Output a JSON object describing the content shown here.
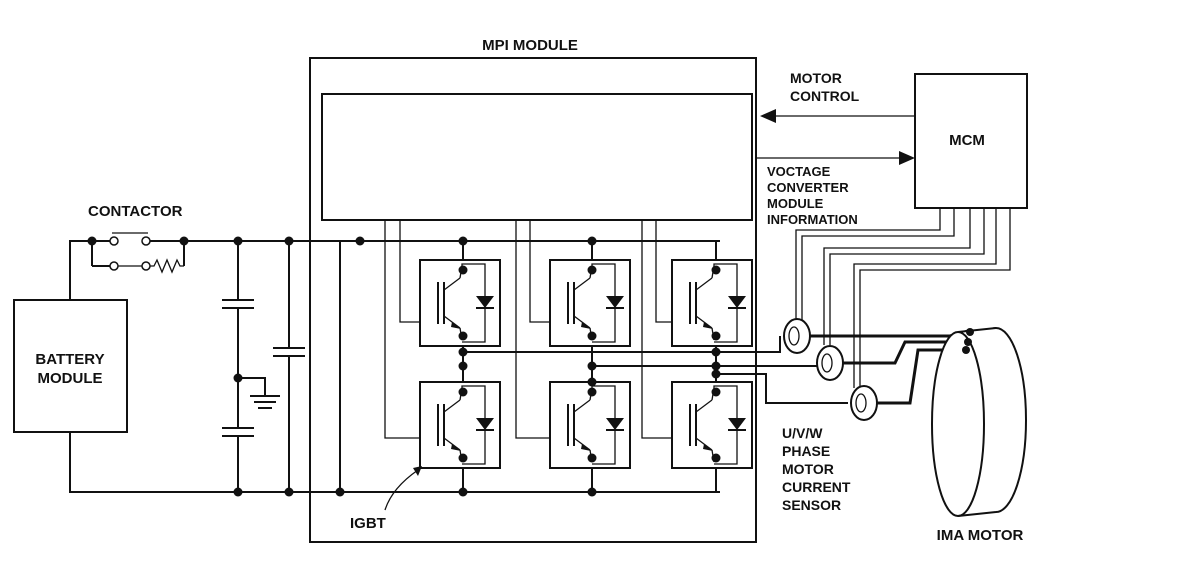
{
  "labels": {
    "mpi_module": "MPI MODULE",
    "contactor": "CONTACTOR",
    "battery_module_line1": "BATTERY",
    "battery_module_line2": "MODULE",
    "motor_control_line1": "MOTOR",
    "motor_control_line2": "CONTROL",
    "mcm": "MCM",
    "vcm_info_line1": "VOCTAGE",
    "vcm_info_line2": "CONVERTER",
    "vcm_info_line3": "MODULE",
    "vcm_info_line4": "INFORMATION",
    "current_sensor_line1": "U/V/W",
    "current_sensor_line2": "PHASE",
    "current_sensor_line3": "MOTOR",
    "current_sensor_line4": "CURRENT",
    "current_sensor_line5": "SENSOR",
    "igbt": "IGBT",
    "ima_motor": "IMA MOTOR"
  }
}
